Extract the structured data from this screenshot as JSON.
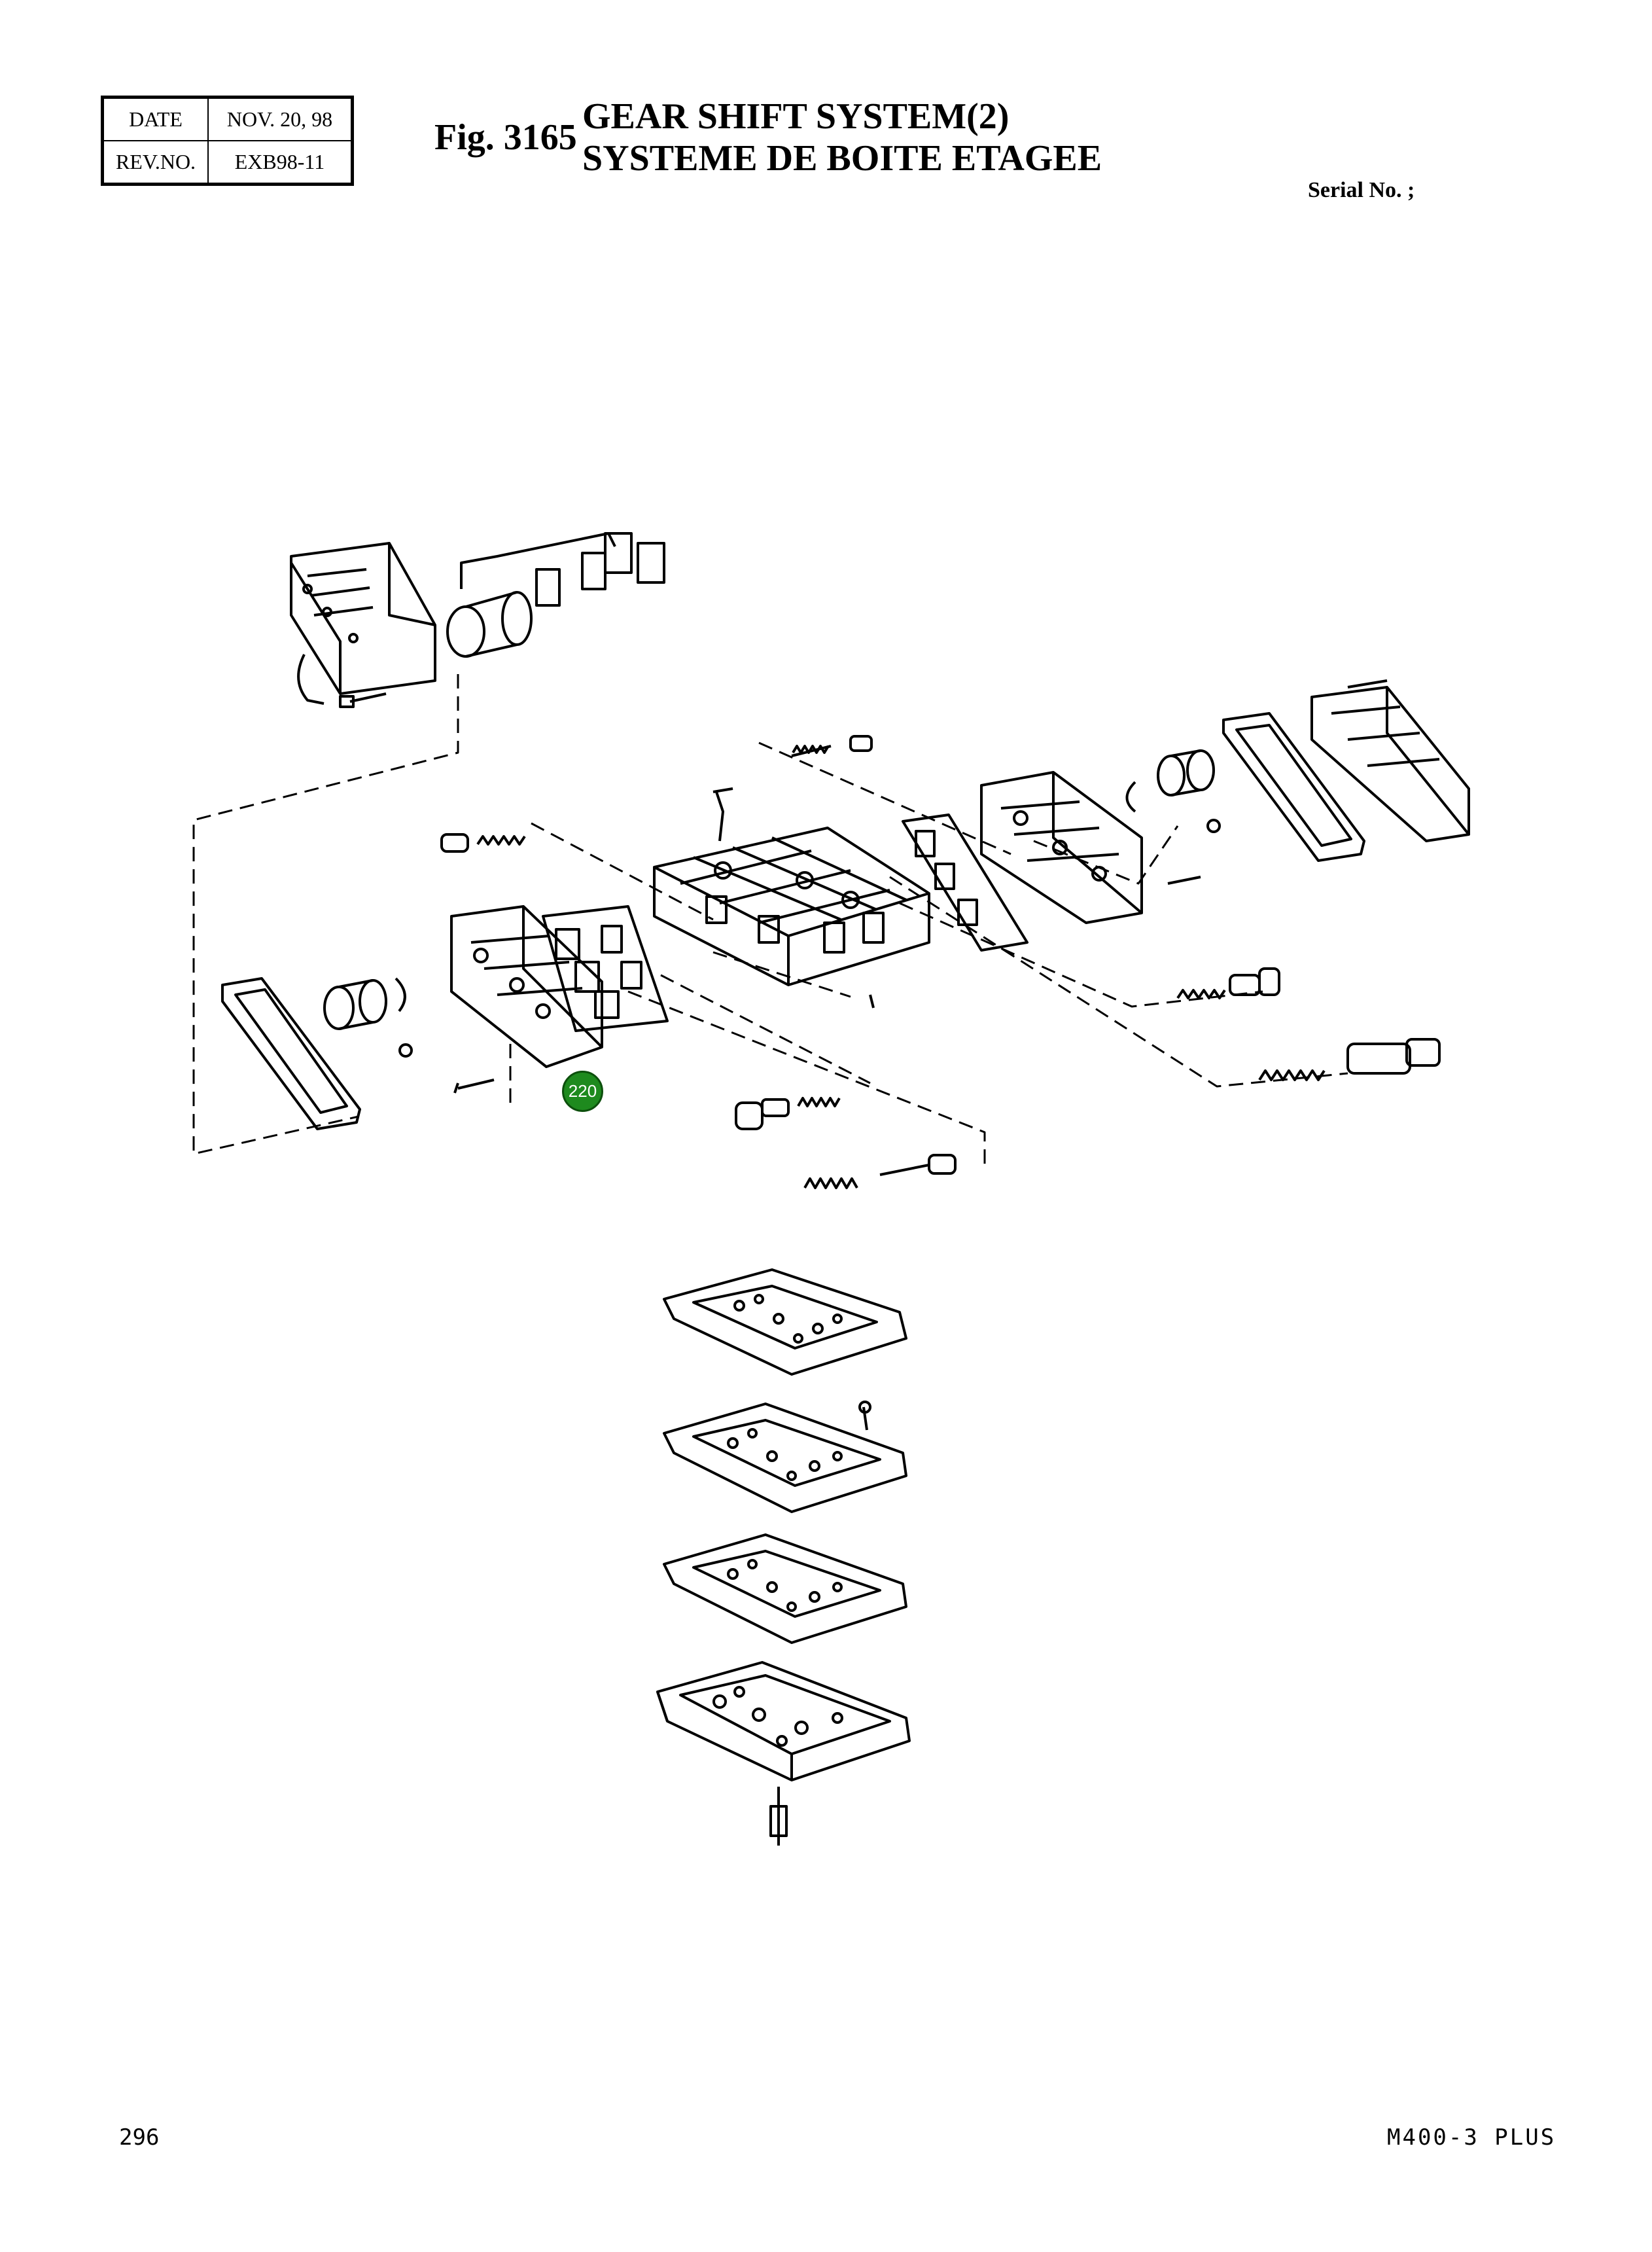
{
  "header": {
    "date_label": "DATE",
    "date_value": "NOV. 20, 98",
    "rev_label": "REV.NO.",
    "rev_value": "EXB98-11",
    "fig_number": "Fig. 3165",
    "title_en": "GEAR SHIFT SYSTEM(2)",
    "title_fr": "SYSTEME DE BOITE ETAGEE",
    "serial_label": "Serial No. ;"
  },
  "callouts": [
    {
      "label": "220",
      "color": "#1e8a1e"
    }
  ],
  "footer": {
    "page_number": "296",
    "model": "M400-3 PLUS"
  }
}
